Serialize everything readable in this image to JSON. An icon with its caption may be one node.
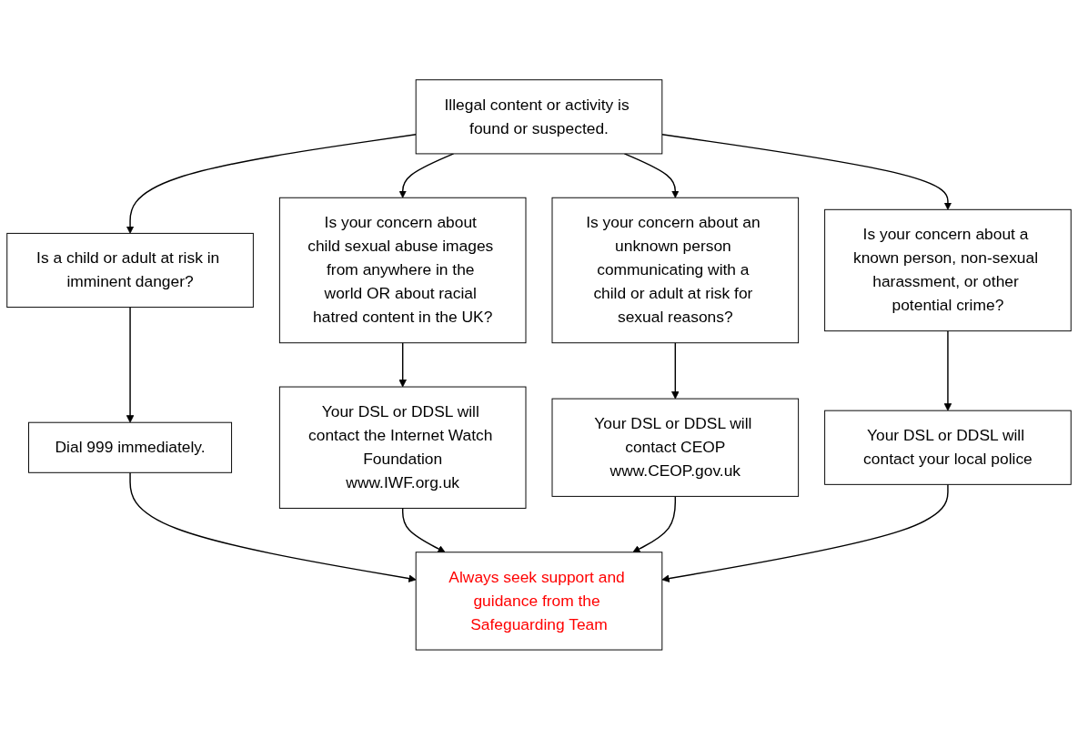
{
  "diagram": {
    "nodes": [
      {
        "text": [
          "Illegal content or activity is found or suspected."
        ]
      },
      {
        "text": [
          "Is a child or adult at risk in imminent danger?"
        ]
      },
      {
        "text": [
          "Is your concern about child sexual abuse images from anywhere in the world OR about racial hatred content in the UK?"
        ]
      },
      {
        "text": [
          "Is your concern about an unknown person communicating with a child or adult at risk for sexual reasons?"
        ]
      },
      {
        "text": [
          "Is your concern about a known person, non-sexual harassment, or other potential crime?"
        ]
      },
      {
        "text": [
          "Dial 999 immediately."
        ]
      },
      {
        "text": [
          "Your DSL or DDSL will contact the Internet Watch Foundation",
          "www.IWF.org.uk"
        ]
      },
      {
        "text": [
          "Your DSL or DDSL will contact CEOP",
          "www.CEOP.gov.uk"
        ]
      },
      {
        "text": [
          "Your DSL or DDSL will contact your local police"
        ]
      },
      {
        "text": [
          "Always seek support and guidance from the Safeguarding Team"
        ]
      }
    ],
    "edges": [
      {
        "from": 0,
        "to": 1,
        "arrow": "to"
      },
      {
        "from": 0,
        "to": 2,
        "arrow": "to"
      },
      {
        "from": 0,
        "to": 3,
        "arrow": "to"
      },
      {
        "from": 0,
        "to": 4,
        "arrow": "to"
      },
      {
        "from": 1,
        "to": 5,
        "arrow": "to"
      },
      {
        "from": 2,
        "to": 6,
        "arrow": "to"
      },
      {
        "from": 3,
        "to": 7,
        "arrow": "to"
      },
      {
        "from": 4,
        "to": 8,
        "arrow": "to"
      },
      {
        "from": 5,
        "to": 9,
        "arrow": "to"
      },
      {
        "from": 6,
        "to": 9,
        "arrow": "to"
      },
      {
        "from": 7,
        "to": 9,
        "arrow": "to"
      },
      {
        "from": 8,
        "to": 9,
        "arrow": "to"
      }
    ]
  }
}
